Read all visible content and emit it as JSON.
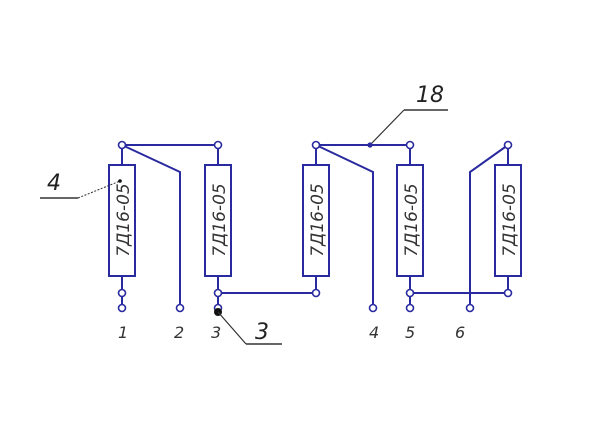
{
  "colors": {
    "wire": "#2a2aa0",
    "text": "#333333",
    "background": "#ffffff"
  },
  "components": [
    {
      "label": "7Д16-05"
    },
    {
      "label": "7Д16-05"
    },
    {
      "label": "7Д16-05"
    },
    {
      "label": "7Д16-05"
    },
    {
      "label": "7Д16-05"
    }
  ],
  "terminals": [
    "1",
    "2",
    "3",
    "4",
    "5",
    "6"
  ],
  "callouts": {
    "left_label": "4",
    "top_label": "18",
    "bottom_label": "3"
  }
}
